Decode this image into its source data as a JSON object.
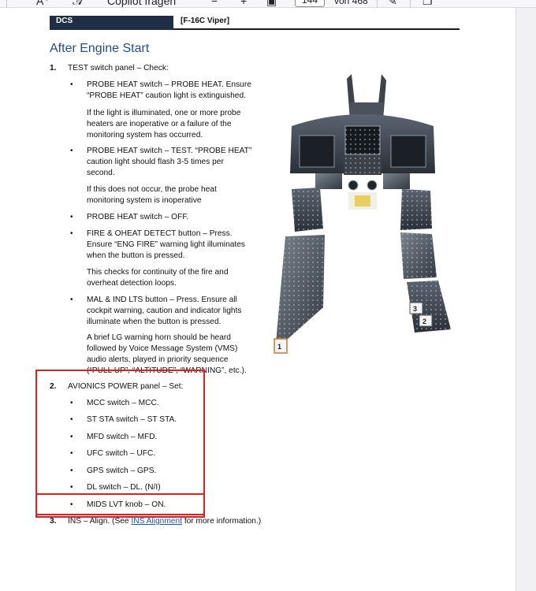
{
  "toolbar": {
    "text_size_label": "A⁺",
    "copilot_label": "Copilot fragen",
    "zoom_out_label": "−",
    "zoom_in_label": "+",
    "current_page": "144",
    "page_total_label": "von 468"
  },
  "header": {
    "left": "DCS",
    "right": "[F-16C Viper]"
  },
  "section_title": "After Engine Start",
  "steps": [
    {
      "number": "1.",
      "title": "TEST switch panel – Check:",
      "bullets": [
        {
          "lines": [
            "PROBE HEAT switch – PROBE HEAT. Ensure",
            "“PROBE HEAT” caution light is extinguished."
          ],
          "note": [
            "If the light is illuminated, one or more probe",
            "heaters are inoperative or a failure of the",
            "monitoring system has occurred."
          ]
        },
        {
          "lines": [
            "PROBE HEAT switch – TEST. “PROBE HEAT”",
            "caution light should flash 3-5 times per",
            "second."
          ],
          "note": [
            "If this does not occur, the probe heat",
            "monitoring system is inoperative"
          ]
        },
        {
          "lines": [
            "PROBE HEAT switch – OFF."
          ]
        },
        {
          "lines": [
            "FIRE & OHEAT DETECT button – Press.",
            "Ensure “ENG FIRE” warning light illuminates",
            "when the button is pressed."
          ],
          "note": [
            "This checks for continuity of the fire and",
            "overheat detection loops."
          ]
        },
        {
          "lines": [
            "MAL & IND LTS button – Press. Ensure all",
            "cockpit warning, caution and indicator lights",
            "illuminate when the button is pressed."
          ],
          "note": [
            "A brief LG warning horn should be heard",
            "followed by Voice Message System (VMS)",
            "audio alerts, played in priority sequence",
            "(“PULL UP”, “ALTITUDE”, “WARNING”, etc.)."
          ]
        }
      ]
    },
    {
      "number": "2.",
      "title": "AVIONICS POWER panel – Set:",
      "bullets": [
        "MCC switch – MCC.",
        "ST STA switch – ST STA.",
        "MFD switch – MFD.",
        "UFC switch – UFC.",
        "GPS switch – GPS.",
        "DL switch – DL. (N/I)",
        "MIDS LVT knob – ON."
      ]
    },
    {
      "number": "3.",
      "title_before": "INS – Align. (See ",
      "link": "INS Alignment",
      "title_after": " for more information.)"
    }
  ],
  "figure_badges": [
    "1",
    "2",
    "3"
  ]
}
